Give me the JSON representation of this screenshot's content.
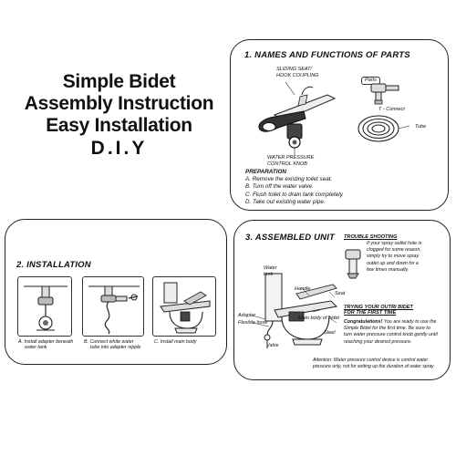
{
  "header": {
    "line1": "Simple Bidet",
    "line2": "Assembly Instruction",
    "line3": "Easy Installation",
    "line4": "D.I.Y"
  },
  "panel1": {
    "title": "1. NAMES AND FUNCTIONS OF PARTS",
    "label_sliding_line1": "SLIDING SEAT/",
    "label_sliding_line2": "HOOK COUPLING",
    "label_parts": "Parts",
    "label_tconnect": "T - Connect",
    "label_tube": "Tube",
    "label_valve_line1": "WATER PRESSURE",
    "label_valve_line2": "CONTROL KNOB",
    "prep_heading": "PREPARATION",
    "prep_steps": [
      "A. Remove the existing toilet seat.",
      "B. Turn off the water valve.",
      "C. Flush toilet to drain tank completely.",
      "D. Take out existing water pipe."
    ]
  },
  "panel2": {
    "title": "2. INSTALLATION",
    "step_a_line1": "A. Install adapter beneath",
    "step_a_line2": "water tank",
    "step_b_line1": "B. Connect white water",
    "step_b_line2": "tube into adapter nipple",
    "step_c": "C. Install main body"
  },
  "panel3": {
    "title": "3. ASSEMBLED UNIT",
    "label_water_tank_line1": "Water",
    "label_water_tank_line2": "tank",
    "label_handle": "Handle",
    "label_seat": "Seat",
    "label_adapter": "Adapter",
    "label_flexible_hose": "Flexible hose",
    "label_main_body": "Main body of bidet",
    "label_valve": "Valve",
    "label_steel": "Steel",
    "trouble_heading": "TROUBLE SHOOTING",
    "trouble_lines": [
      "If your spray outlet hole is",
      "clogged for some reason,",
      "simply try to move spray",
      "outlet up and down for a",
      "few times manually."
    ],
    "trying_heading_line1": "TRYING YOUR OUTRI BIDET",
    "trying_heading_line2": "FOR THE FIRST TIME",
    "congrats_bold": "Congratulations!",
    "congrats_rest": " You are ready to use the",
    "congrats_lines": [
      "Simple Bidet for the first time. Be sure to",
      "turn water pressure control knob gently until",
      "reaching your desired pressure."
    ],
    "attention_lines": [
      "Attention: Water pressure control device is control water",
      "pressure only, not for setting up the duration of water spray"
    ]
  }
}
